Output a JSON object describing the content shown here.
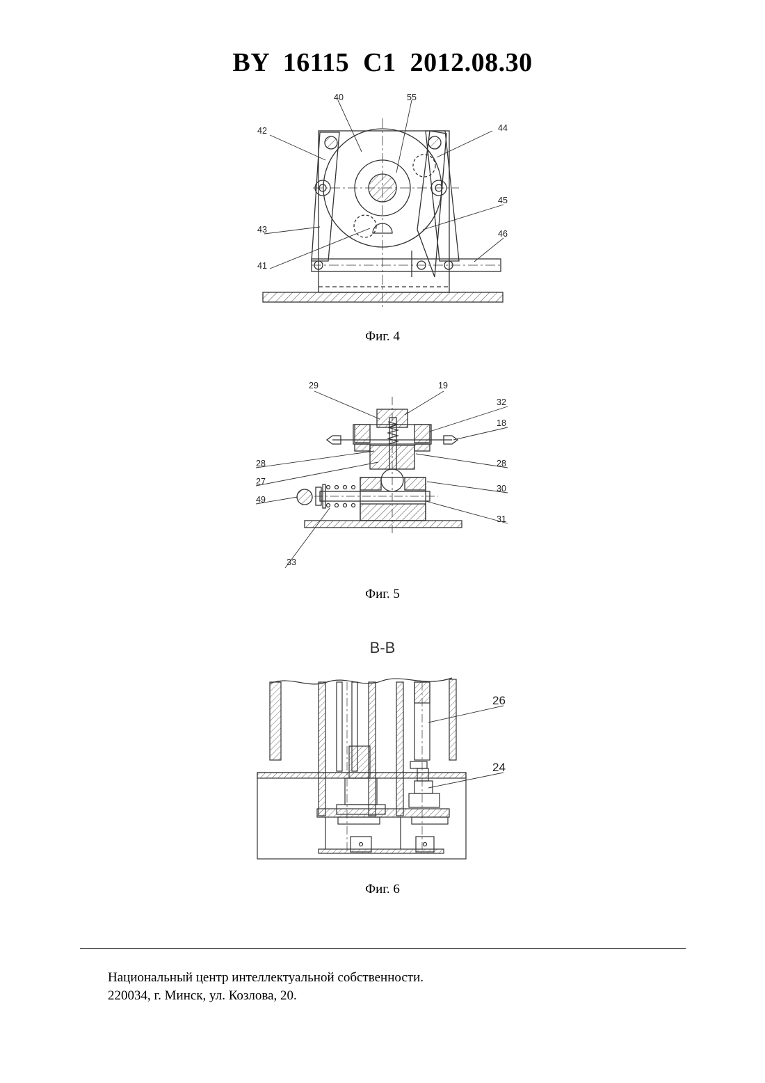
{
  "header": {
    "title": "BY  16115  C1  2012.08.30"
  },
  "figures": [
    {
      "caption": "Фиг. 4",
      "labels": [
        "40",
        "55",
        "42",
        "44",
        "45",
        "46",
        "43",
        "41"
      ]
    },
    {
      "caption": "Фиг. 5",
      "labels": [
        "29",
        "19",
        "32",
        "18",
        "28",
        "28",
        "27",
        "30",
        "49",
        "31",
        "33"
      ]
    },
    {
      "caption": "Фиг. 6",
      "section": "В-В",
      "labels": [
        "26",
        "24"
      ]
    }
  ],
  "footer": {
    "line1": "Национальный центр интеллектуальной собственности.",
    "line2": "220034, г. Минск, ул. Козлова, 20."
  }
}
